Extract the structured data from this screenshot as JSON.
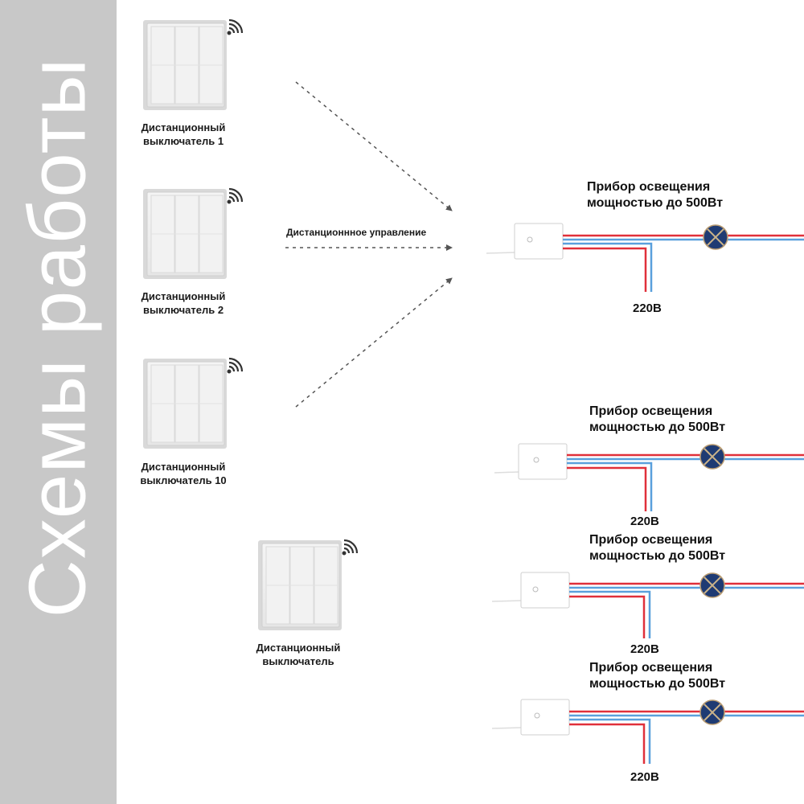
{
  "sidebar": {
    "title": "Схемы работы"
  },
  "switches": [
    {
      "label_line1": "Дистанционный",
      "label_line2": "выключатель 1"
    },
    {
      "label_line1": "Дистанционный",
      "label_line2": "выключатель 2"
    },
    {
      "label_line1": "Дистанционный",
      "label_line2": "выключатель 10"
    },
    {
      "label_line1": "Дистанционный",
      "label_line2": "выключатель"
    }
  ],
  "control_label": "Дистанционнное управление",
  "devices": [
    {
      "line1": "Прибор освещения",
      "line2": "мощностью до 500Вт",
      "voltage": "220В"
    },
    {
      "line1": "Прибор освещения",
      "line2": "мощностью до 500Вт",
      "voltage": "220В"
    },
    {
      "line1": "Прибор освещения",
      "line2": "мощностью до 500Вт",
      "voltage": "220В"
    },
    {
      "line1": "Прибор освещения",
      "line2": "мощностью до 500Вт",
      "voltage": "220В"
    }
  ],
  "colors": {
    "sidebar_bg": "#c8c8c8",
    "wire_red": "#e0303a",
    "wire_blue": "#5aa0dc",
    "lamp": "#1f3b73",
    "arrow": "#555555"
  }
}
